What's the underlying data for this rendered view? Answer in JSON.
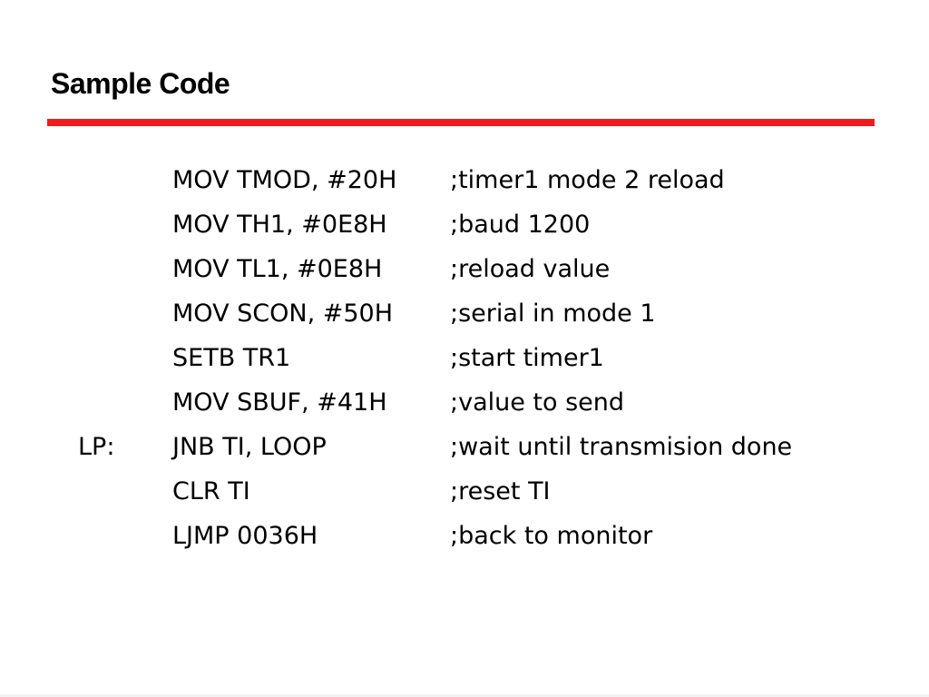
{
  "slide": {
    "title": "Sample Code",
    "accent_color": "#ee1c1c",
    "code_lines": [
      {
        "label": "",
        "instruction": "MOV TMOD, #20H",
        "comment": ";timer1 mode 2 reload"
      },
      {
        "label": "",
        "instruction": "MOV TH1, #0E8H",
        "comment": ";baud 1200"
      },
      {
        "label": "",
        "instruction": "MOV TL1, #0E8H",
        "comment": ";reload value"
      },
      {
        "label": "",
        "instruction": "MOV SCON, #50H",
        "comment": ";serial in mode 1"
      },
      {
        "label": "",
        "instruction": "SETB TR1",
        "comment": ";start timer1"
      },
      {
        "label": "",
        "instruction": "MOV SBUF, #41H",
        "comment": ";value to send"
      },
      {
        "label": "LP:",
        "instruction": "JNB TI, LOOP",
        "comment": ";wait until transmision done"
      },
      {
        "label": "",
        "instruction": "CLR TI",
        "comment": ";reset TI"
      },
      {
        "label": "",
        "instruction": "LJMP 0036H",
        "comment": ";back to monitor"
      }
    ]
  }
}
